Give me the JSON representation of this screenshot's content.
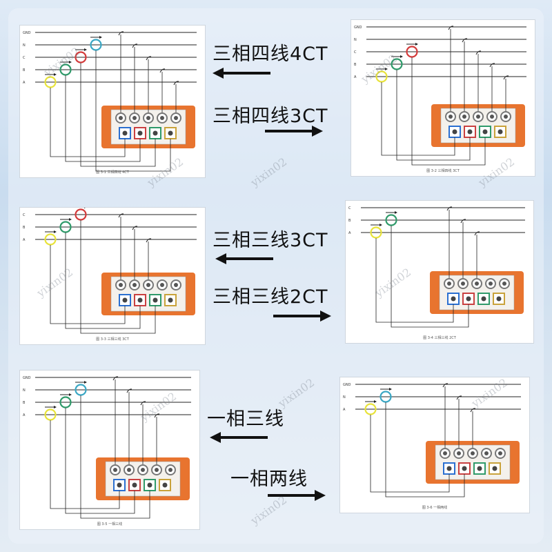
{
  "panels": [
    {
      "id": "p1",
      "lines": [
        "GND",
        "N",
        "C",
        "B",
        "A"
      ],
      "cts": 4,
      "caption": "图 3-1 三相四线 4CT"
    },
    {
      "id": "p2",
      "lines": [
        "GND",
        "N",
        "C",
        "B",
        "A"
      ],
      "cts": 3,
      "caption": "图 3-2 三相四线 3CT"
    },
    {
      "id": "p3",
      "lines": [
        "C",
        "B",
        "A"
      ],
      "cts": 3,
      "caption": "图 3-3 三相三线 3CT"
    },
    {
      "id": "p4",
      "lines": [
        "C",
        "B",
        "A"
      ],
      "cts": 2,
      "caption": "图 3-4 三相三线 2CT"
    },
    {
      "id": "p5",
      "lines": [
        "GND",
        "N",
        "B",
        "A"
      ],
      "cts": 3,
      "caption": "图 3-5 一相三线"
    },
    {
      "id": "p6",
      "lines": [
        "GND",
        "N",
        "A"
      ],
      "cts": 2,
      "caption": "图 3-6 一相两线"
    }
  ],
  "labels": {
    "l1": "三相四线4CT",
    "l2": "三相四线3CT",
    "l3": "三相三线3CT",
    "l4": "三相三线2CT",
    "l5": "一相三线",
    "l6": "一相两线"
  },
  "watermark": "yixin02",
  "colors": {
    "orange": "#e8742f",
    "ct_yellow": "#e8e33a",
    "ct_green": "#2f9a6a",
    "ct_red": "#d33a3a",
    "ct_cyan": "#3aa7c4",
    "wire": "#222222"
  }
}
